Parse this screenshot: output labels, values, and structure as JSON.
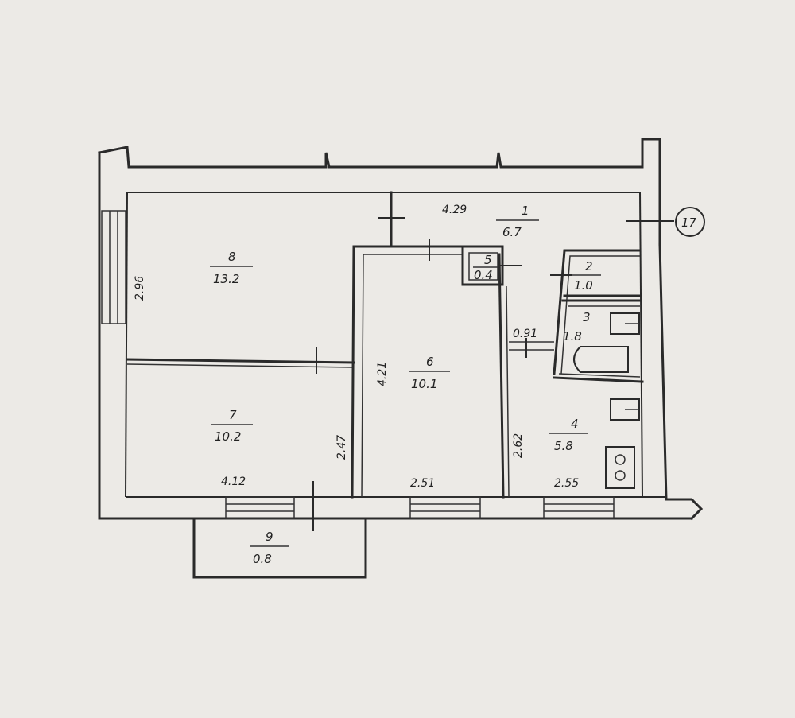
{
  "rooms": [
    {
      "number": "1",
      "area": "6.7"
    },
    {
      "number": "2",
      "area": "1.0"
    },
    {
      "number": "3",
      "area": "1.8"
    },
    {
      "number": "4",
      "area": "5.8"
    },
    {
      "number": "5",
      "area": "0.4"
    },
    {
      "number": "6",
      "area": "10.1"
    },
    {
      "number": "7",
      "area": "10.2"
    },
    {
      "number": "8",
      "area": "13.2"
    },
    {
      "number": "9",
      "area": "0.8"
    }
  ],
  "dimensions": {
    "corridor_length": "4.29",
    "room8_width": "2.96",
    "room6_depth": "4.21",
    "room7_depth": "2.47",
    "room7_length": "4.12",
    "room6_length": "2.51",
    "kitchen_depth": "2.62",
    "kitchen_length": "2.55",
    "bath_passage": "0.91"
  },
  "axis_marker": "17"
}
